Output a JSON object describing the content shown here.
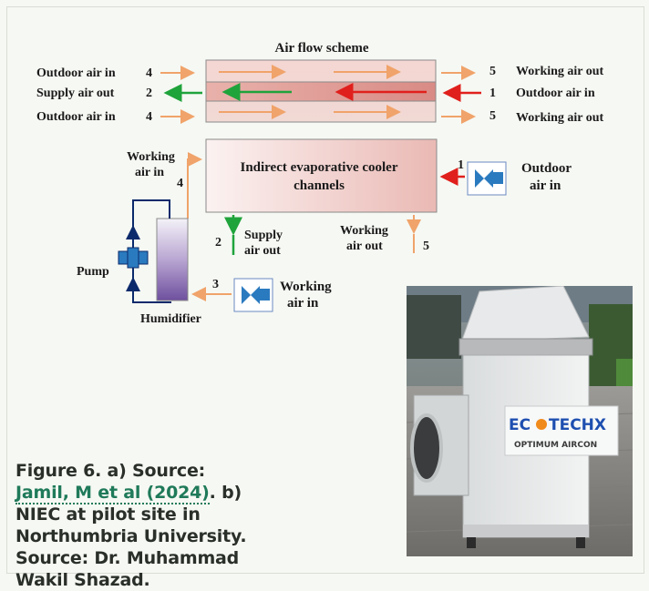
{
  "diagram": {
    "title": "Air flow scheme",
    "left_labels": [
      {
        "text": "Outdoor air in",
        "num": "4"
      },
      {
        "text": "Supply air out",
        "num": "2"
      },
      {
        "text": "Outdoor air in",
        "num": "4"
      }
    ],
    "right_labels": [
      {
        "num": "5",
        "text": "Working air out"
      },
      {
        "num": "1",
        "text": "Outdoor air in"
      },
      {
        "num": "5",
        "text": "Working air out"
      }
    ],
    "cooler_label_line1": "Indirect evaporative cooler",
    "cooler_label_line2": "channels",
    "working_air_in_top_line1": "Working",
    "working_air_in_top_line2": "air in",
    "working_air_in_top_num": "4",
    "outdoor_air_in_right_num": "1",
    "outdoor_air_in_right_line1": "Outdoor",
    "outdoor_air_in_right_line2": "air in",
    "supply_num": "2",
    "supply_line1": "Supply",
    "supply_line2": "air out",
    "working_out_line1": "Working",
    "working_out_line2": "air out",
    "working_out_num": "5",
    "pump_label": "Pump",
    "humidifier_label": "Humidifier",
    "working_in_bottom_num": "3",
    "working_in_bottom_line1": "Working",
    "working_in_bottom_line2": "air in",
    "colors": {
      "orange": "#f0a36a",
      "green": "#1fa33b",
      "red": "#e0201c",
      "navy": "#0b2a6b"
    }
  },
  "caption": {
    "prefix": "Figure 6. a) Source: ",
    "link_text": "Jamil, M et al (2024)",
    "suffix": ". b) NIEC at pilot site in Northumbria University. Source: Dr. Muhammad Wakil Shazad."
  },
  "photo": {
    "brand_left": "EC",
    "brand_right": "TECHX",
    "product": "OPTIMUM AIRCON"
  }
}
